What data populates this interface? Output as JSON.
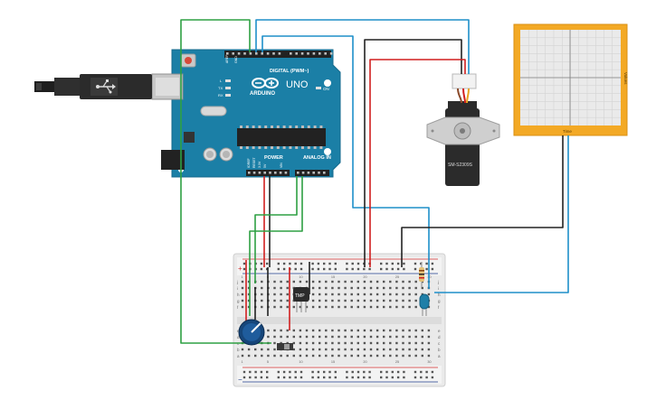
{
  "arduino": {
    "brand": "ARDUINO",
    "model": "UNO",
    "header_digital": "DIGITAL (PWM~)",
    "header_power": "POWER",
    "header_analog": "ANALOG IN",
    "on_label": "ON",
    "tx_label": "TX",
    "rx_label": "RX",
    "l_label": "L",
    "aref": "AREF",
    "gnd": "GND",
    "ioref": "IOREF",
    "reset": "RESET",
    "v33": "3.3V",
    "v5": "5V",
    "vin": "VIN"
  },
  "servo": {
    "model": "SM-S2309S"
  },
  "plotter": {
    "x_label": "Time",
    "y_label": "Values"
  },
  "breadboard": {
    "columns": [
      "1",
      "5",
      "10",
      "15",
      "20",
      "25",
      "30"
    ],
    "rows_top": [
      "j",
      "i",
      "h",
      "g",
      "f"
    ],
    "rows_bottom": [
      "e",
      "d",
      "c",
      "b",
      "a"
    ],
    "rail_plus": "+",
    "rail_minus": "−"
  },
  "sensor": {
    "label": "TMP"
  },
  "colors": {
    "wire_green": "#2ea043",
    "wire_blue": "#1e8fc9",
    "wire_black": "#222222",
    "wire_red": "#d11f1f",
    "board_teal": "#1b7fa6",
    "plotter_frame": "#f3a925"
  }
}
